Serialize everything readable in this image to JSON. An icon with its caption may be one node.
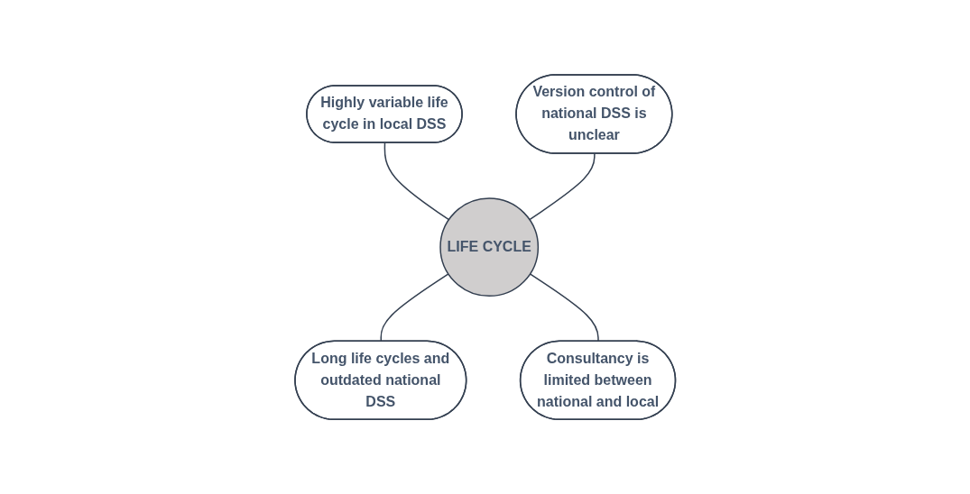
{
  "diagram": {
    "nodes": [
      {
        "text": [
          "Highly variable life cycle in local DSS"
        ]
      },
      {
        "text": [
          "Version control of national DSS is unclear"
        ]
      },
      {
        "text": [
          "LIFE CYCLE"
        ]
      },
      {
        "text": [
          "Long life cycles and outdated national DSS"
        ]
      },
      {
        "text": [
          "Consultancy is limited between national and local"
        ]
      }
    ],
    "edges": [
      {
        "from": 0,
        "to": 2,
        "arrow": "none"
      },
      {
        "from": 1,
        "to": 2,
        "arrow": "none"
      },
      {
        "from": 2,
        "to": 3,
        "arrow": "none"
      },
      {
        "from": 2,
        "to": 4,
        "arrow": "none"
      }
    ]
  }
}
